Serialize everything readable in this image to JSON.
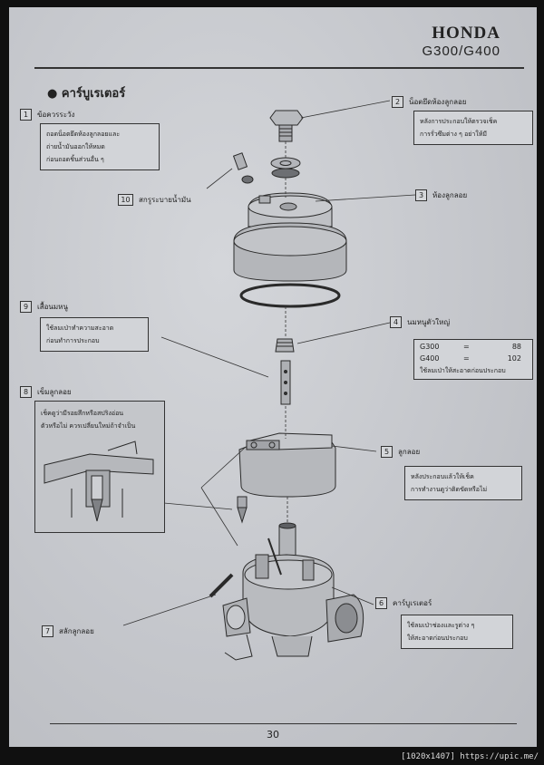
{
  "header": {
    "brand": "HONDA",
    "model": "G300/G400"
  },
  "section_title": "คาร์บูเรเตอร์",
  "parts": [
    {
      "num": "1",
      "label": "ข้อควรระวัง"
    },
    {
      "num": "2",
      "label": "น็อตยึดห้องลูกลอย"
    },
    {
      "num": "3",
      "label": "ห้องลูกลอย"
    },
    {
      "num": "4",
      "label": "นมหนูตัวใหญ่"
    },
    {
      "num": "5",
      "label": "ลูกลอย"
    },
    {
      "num": "6",
      "label": "คาร์บูเรเตอร์"
    },
    {
      "num": "7",
      "label": "สลักลูกลอย"
    },
    {
      "num": "8",
      "label": "เข็มลูกลอย"
    },
    {
      "num": "9",
      "label": "เสื้อนมหนู"
    },
    {
      "num": "10",
      "label": "สกรูระบายน้ำมัน"
    }
  ],
  "notes": {
    "n1": [
      "ถอดน็อตยึดห้องลูกลอยและ",
      "ถ่ายน้ำมันออกให้หมด",
      "ก่อนถอดชิ้นส่วนอื่น ๆ"
    ],
    "n2": [
      "หลังการประกอบให้ตรวจเช็ค",
      "การรั่วซึมต่าง ๆ อย่าให้มี"
    ],
    "n5": [
      "หลังประกอบแล้วให้เช็ค",
      "การทำงานดูว่าติดขัดหรือไม่"
    ],
    "n6": [
      "ใช้ลมเป่าช่องและรูต่าง ๆ",
      "ให้สะอาดก่อนประกอบ"
    ],
    "n8": [
      "เช็คดูว่ามีรอยสึกหรือสปริงอ่อน",
      "ตัวหรือไม่ ควรเปลี่ยนใหม่ถ้าจำเป็น"
    ],
    "n9": [
      "ใช้ลมเป่าทำความสะอาด",
      "ก่อนทำการประกอบ"
    ]
  },
  "jet_spec": {
    "rows": [
      {
        "model": "G300",
        "eq": "=",
        "value": "88"
      },
      {
        "model": "G400",
        "eq": "=",
        "value": "102"
      }
    ],
    "note": "ใช้ลมเป่าให้สะอาดก่อนประกอบ"
  },
  "page_number": "30",
  "watermark": "[1020x1407] https://upic.me/"
}
